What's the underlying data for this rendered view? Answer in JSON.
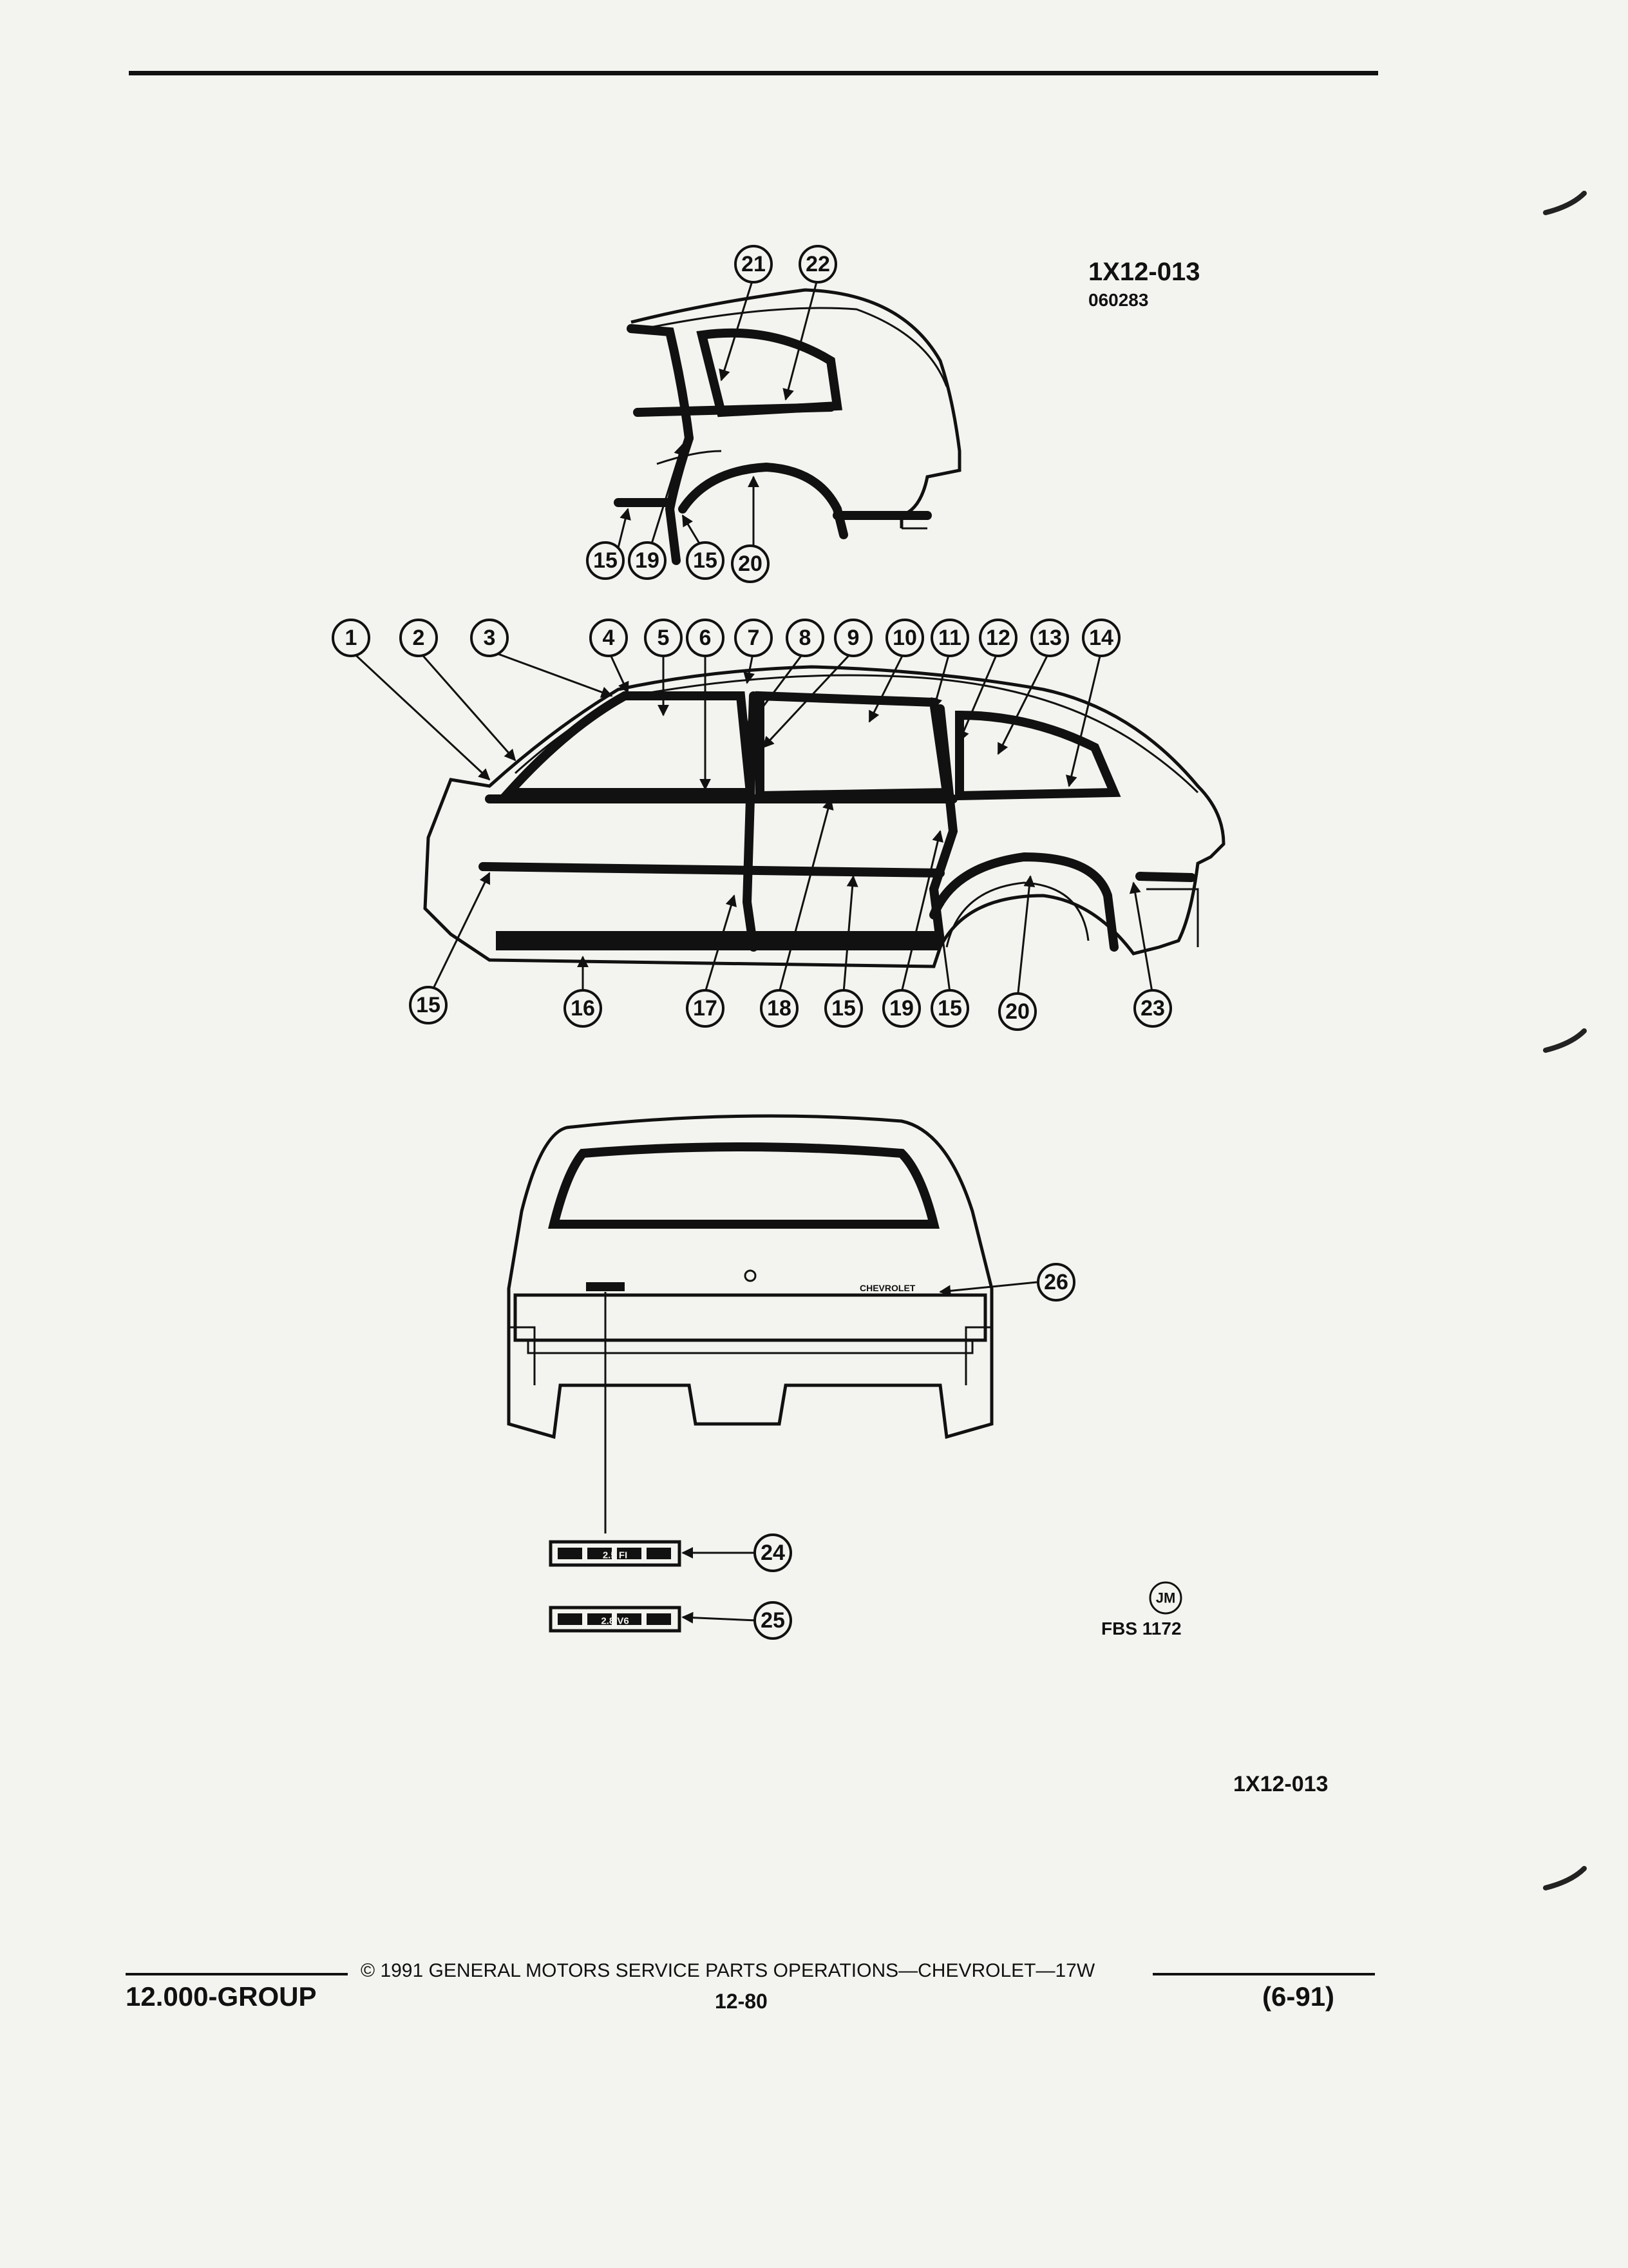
{
  "header": {
    "diagram_code": "1X12-013",
    "diagram_sub": "060283"
  },
  "callouts": {
    "top_view": [
      "21",
      "22",
      "15",
      "19",
      "15",
      "20"
    ],
    "side_view": [
      "1",
      "2",
      "3",
      "4",
      "5",
      "6",
      "7",
      "8",
      "9",
      "10",
      "11",
      "12",
      "13",
      "14",
      "15",
      "16",
      "17",
      "18",
      "15",
      "19",
      "15",
      "20",
      "23"
    ],
    "rear_view": [
      "26",
      "24",
      "25"
    ]
  },
  "rear": {
    "badge_text": "CHEVROLET",
    "emblem_24": "2.5 FI",
    "emblem_25": "2.8 V6"
  },
  "stamp": {
    "initials": "JM",
    "code": "FBS 1172"
  },
  "figure_code": "1X12-013",
  "footer": {
    "copyright": "©  1991  GENERAL MOTORS SERVICE PARTS OPERATIONS—CHEVROLET—17W",
    "group": "12.000-GROUP",
    "page": "12-80",
    "date": "(6-91)"
  }
}
